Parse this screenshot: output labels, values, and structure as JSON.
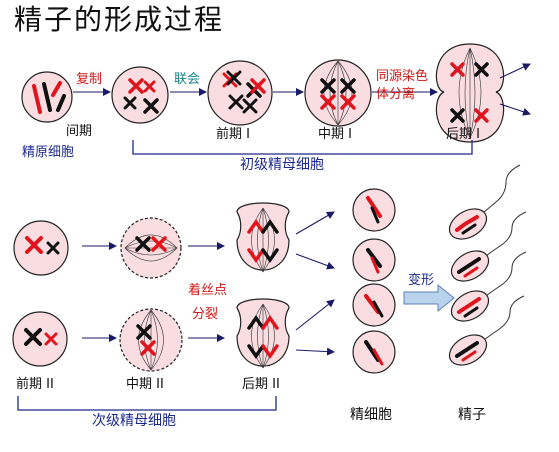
{
  "title": "精子的形成过程",
  "labels": {
    "copy": "复制",
    "synapsis": "联会",
    "interphase": "间期",
    "spermatogonium": "精原细胞",
    "prophase1": "前期 I",
    "metaphase1": "中期 I",
    "anaphase1": "后期 I",
    "homolog_sep_1": "同源染色",
    "homolog_sep_2": "体分离",
    "primary_spermatocyte": "初级精母细胞",
    "centromere_1": "着丝点",
    "centromere_2": "分裂",
    "transform": "变形",
    "prophase2": "前期 II",
    "metaphase2": "中期 II",
    "anaphase2": "后期 II",
    "secondary_spermatocyte": "次级精母细胞",
    "spermatid": "精细胞",
    "sperm": "精子"
  },
  "colors": {
    "cell_fill": "#f9dde0",
    "cell_stroke": "#222222",
    "chrom_red": "#e0141c",
    "chrom_black": "#111111",
    "label_blue": "#1c2a8c",
    "label_red": "#d01818",
    "label_teal": "#17858c",
    "arrow_fill": "#b9d3ec",
    "arrow_stroke": "#5c82b8"
  }
}
